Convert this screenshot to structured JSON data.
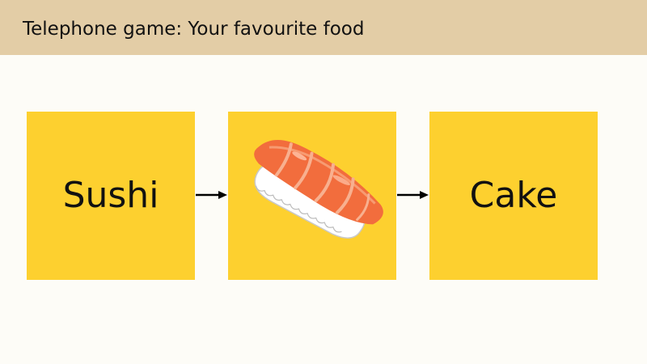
{
  "header": {
    "title": "Telephone game: Your favourite food"
  },
  "cards": [
    {
      "type": "text",
      "label": "Sushi"
    },
    {
      "type": "image",
      "icon": "sushi-icon"
    },
    {
      "type": "text",
      "label": "Cake"
    }
  ],
  "colors": {
    "header_bg": "#e3cda6",
    "page_bg": "#fdfcf7",
    "card_bg": "#fdd02f",
    "arrow": "#000000",
    "salmon": "#f26d3d",
    "rice": "#ffffff"
  }
}
